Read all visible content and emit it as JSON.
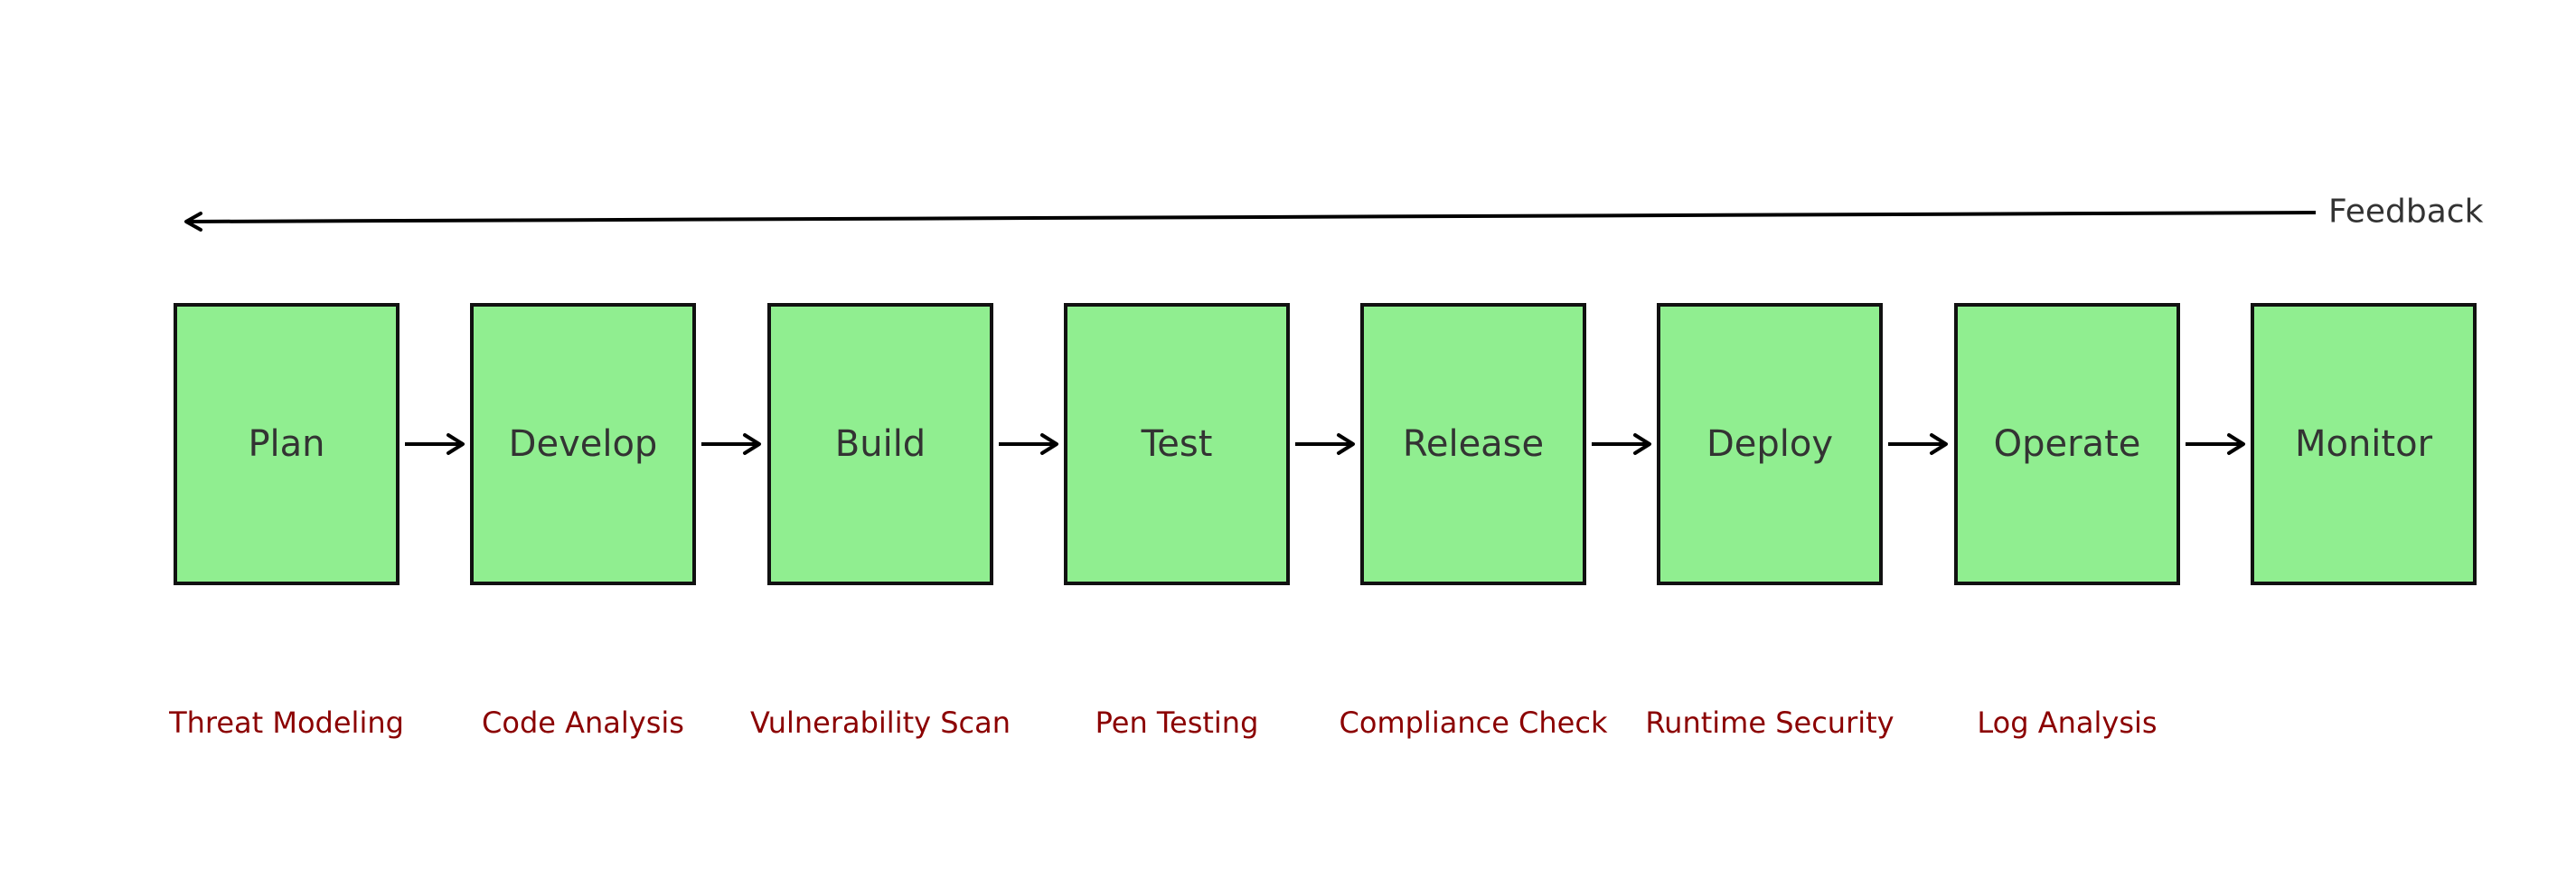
{
  "feedback": {
    "label": "Feedback"
  },
  "stages": [
    {
      "name": "Plan",
      "security": "Threat Modeling"
    },
    {
      "name": "Develop",
      "security": "Code Analysis"
    },
    {
      "name": "Build",
      "security": "Vulnerability Scan"
    },
    {
      "name": "Test",
      "security": "Pen Testing"
    },
    {
      "name": "Release",
      "security": "Compliance Check"
    },
    {
      "name": "Deploy",
      "security": "Runtime Security"
    },
    {
      "name": "Operate",
      "security": "Log Analysis"
    },
    {
      "name": "Monitor",
      "security": ""
    }
  ],
  "colors": {
    "stage_fill": "#90ee90",
    "stage_text": "#333333",
    "security_text": "#8b0000",
    "arrow": "#000000"
  }
}
